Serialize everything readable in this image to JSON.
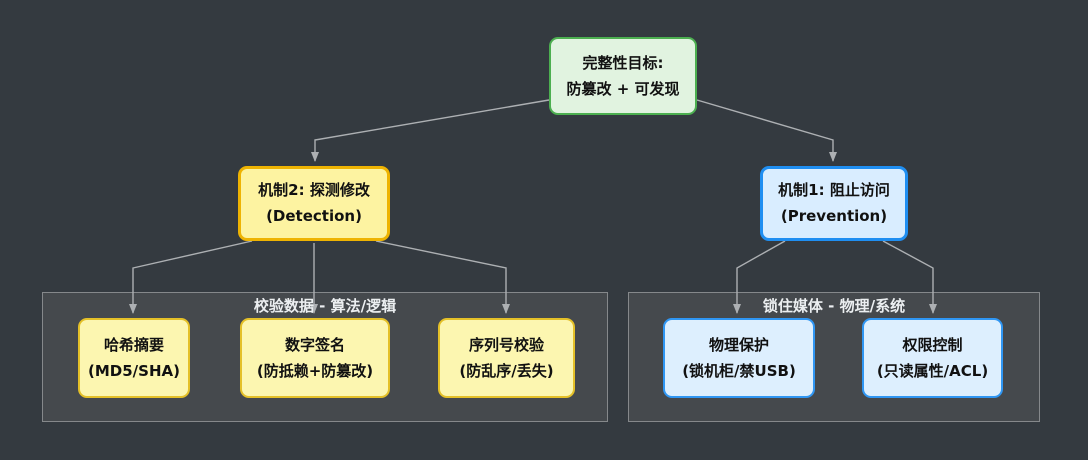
{
  "diagram": {
    "root": {
      "line1": "完整性目标:",
      "line2": "防篡改 + 可发现"
    },
    "mechanisms": [
      {
        "id": "detection",
        "line1": "机制2: 探测修改",
        "line2": "(Detection)"
      },
      {
        "id": "prevention",
        "line1": "机制1: 阻止访问",
        "line2": "(Prevention)"
      }
    ],
    "groups": [
      {
        "title": "校验数据 - 算法/逻辑",
        "children": [
          {
            "line1": "哈希摘要",
            "line2": "(MD5/SHA)"
          },
          {
            "line1": "数字签名",
            "line2": "(防抵赖+防篡改)"
          },
          {
            "line1": "序列号校验",
            "line2": "(防乱序/丢失)"
          }
        ]
      },
      {
        "title": "锁住媒体 - 物理/系统",
        "children": [
          {
            "line1": "物理保护",
            "line2": "(锁机柜/禁USB)"
          },
          {
            "line1": "权限控制",
            "line2": "(只读属性/ACL)"
          }
        ]
      }
    ],
    "colors": {
      "background": "#343a40",
      "panel_fill": "#45494d",
      "panel_border": "#85888b",
      "root_fill": "#e1f3e0",
      "root_border": "#4caf50",
      "yellow_fill": "#fdf3a1",
      "yellow_border": "#eeb302",
      "blue_fill": "#d9edff",
      "blue_border": "#1f8ef1",
      "edge": "#adb0b3",
      "panel_title_text": "#eceff1",
      "node_text": "#111111"
    }
  }
}
